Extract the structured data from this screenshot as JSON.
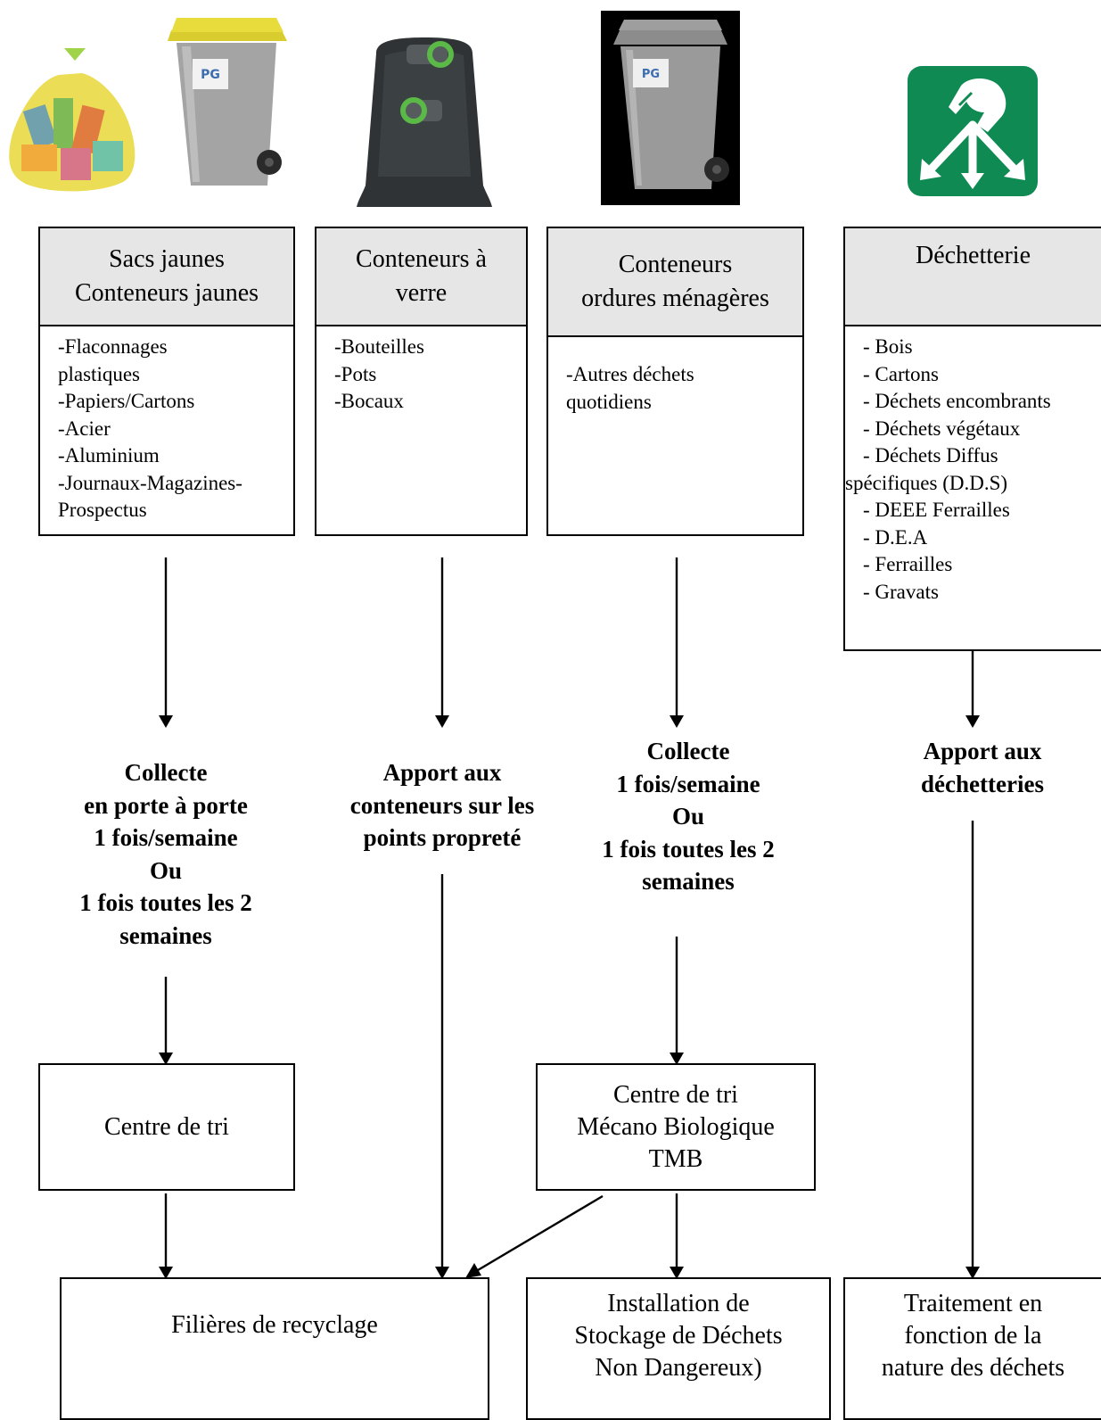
{
  "columns": [
    {
      "header_lines": [
        "Sacs jaunes",
        "Conteneurs jaunes"
      ],
      "items": [
        "-Flaconnages",
        "plastiques",
        "-Papiers/Cartons",
        "-Acier",
        "-Aluminium",
        "-Journaux-Magazines-",
        "Prospectus"
      ]
    },
    {
      "header_lines": [
        "Conteneurs à",
        "verre"
      ],
      "items": [
        "-Bouteilles",
        "-Pots",
        "-Bocaux"
      ]
    },
    {
      "header_lines": [
        "Conteneurs",
        "ordures ménagères"
      ],
      "items": [
        "-Autres déchets",
        "quotidiens"
      ]
    },
    {
      "header_lines": [
        "Déchetterie"
      ],
      "items": [
        "- Bois",
        "- Cartons",
        "- Déchets encombrants",
        "- Déchets végétaux",
        "- Déchets Diffus",
        "spécifiques (D.D.S)",
        "- DEEE Ferrailles",
        "- D.E.A",
        "- Ferrailles",
        "- Gravats"
      ]
    }
  ],
  "collection": [
    [
      "Collecte",
      "en porte à porte",
      "1 fois/semaine",
      "Ou",
      "1 fois toutes les 2",
      "semaines"
    ],
    [
      "Apport aux",
      "conteneurs sur les",
      "points propreté"
    ],
    [
      "Collecte",
      "1 fois/semaine",
      "Ou",
      "1 fois toutes les 2",
      "semaines"
    ],
    [
      "Apport aux",
      "déchetteries"
    ]
  ],
  "centres": {
    "tri": "Centre de tri",
    "tmb": [
      "Centre de tri",
      "Mécano Biologique",
      "TMB"
    ]
  },
  "destinations": {
    "recyclage": "Filières de recyclage",
    "stockage": [
      "Installation de",
      "Stockage de Déchets",
      "Non Dangereux)"
    ],
    "traitement": [
      "Traitement en",
      "fonction de la",
      "nature des déchets"
    ]
  },
  "colors": {
    "header_bg": "#e6e6e6",
    "yellow_lid": "#e3d63a",
    "grey_bin": "#9a9a9a",
    "glass_container": "#2f3335",
    "glass_ring": "#5ab947",
    "dechetterie_green": "#0f8a52"
  },
  "icons": [
    "yellow-bag-icon",
    "yellow-bin-icon",
    "glass-container-icon",
    "grey-bin-icon",
    "dechetterie-icon"
  ]
}
